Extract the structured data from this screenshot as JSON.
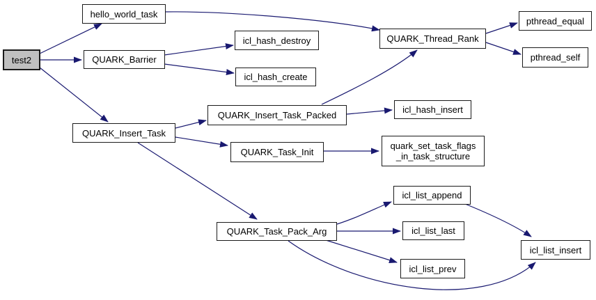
{
  "colors": {
    "background": "#ffffff",
    "edge": "#191970",
    "node-border": "#1a1a1a",
    "node-fill": "#ffffff",
    "focus-node-fill": "#c0c0c0",
    "text": "#000000"
  },
  "graph": {
    "type": "call-graph",
    "focus_node": "test2",
    "nodes": [
      {
        "id": "test2",
        "label": "test2"
      },
      {
        "id": "hello_world_task",
        "label": "hello_world_task"
      },
      {
        "id": "QUARK_Barrier",
        "label": "QUARK_Barrier"
      },
      {
        "id": "QUARK_Insert_Task",
        "label": "QUARK_Insert_Task"
      },
      {
        "id": "icl_hash_destroy",
        "label": "icl_hash_destroy"
      },
      {
        "id": "icl_hash_create",
        "label": "icl_hash_create"
      },
      {
        "id": "QUARK_Thread_Rank",
        "label": "QUARK_Thread_Rank"
      },
      {
        "id": "pthread_equal",
        "label": "pthread_equal"
      },
      {
        "id": "pthread_self",
        "label": "pthread_self"
      },
      {
        "id": "QUARK_Insert_Task_Packed",
        "label": "QUARK_Insert_Task_Packed"
      },
      {
        "id": "icl_hash_insert",
        "label": "icl_hash_insert"
      },
      {
        "id": "QUARK_Task_Init",
        "label": "QUARK_Task_Init"
      },
      {
        "id": "quark_set_task_flags_in_task_structure",
        "label": "quark_set_task_flags\n_in_task_structure"
      },
      {
        "id": "QUARK_Task_Pack_Arg",
        "label": "QUARK_Task_Pack_Arg"
      },
      {
        "id": "icl_list_append",
        "label": "icl_list_append"
      },
      {
        "id": "icl_list_last",
        "label": "icl_list_last"
      },
      {
        "id": "icl_list_prev",
        "label": "icl_list_prev"
      },
      {
        "id": "icl_list_insert",
        "label": "icl_list_insert"
      }
    ],
    "edges": [
      {
        "from": "test2",
        "to": "hello_world_task"
      },
      {
        "from": "test2",
        "to": "QUARK_Barrier"
      },
      {
        "from": "test2",
        "to": "QUARK_Insert_Task"
      },
      {
        "from": "hello_world_task",
        "to": "QUARK_Thread_Rank"
      },
      {
        "from": "QUARK_Barrier",
        "to": "icl_hash_destroy"
      },
      {
        "from": "QUARK_Barrier",
        "to": "icl_hash_create"
      },
      {
        "from": "QUARK_Thread_Rank",
        "to": "pthread_equal"
      },
      {
        "from": "QUARK_Thread_Rank",
        "to": "pthread_self"
      },
      {
        "from": "QUARK_Insert_Task",
        "to": "QUARK_Insert_Task_Packed"
      },
      {
        "from": "QUARK_Insert_Task",
        "to": "QUARK_Task_Init"
      },
      {
        "from": "QUARK_Insert_Task",
        "to": "QUARK_Task_Pack_Arg"
      },
      {
        "from": "QUARK_Insert_Task_Packed",
        "to": "icl_hash_insert"
      },
      {
        "from": "QUARK_Insert_Task_Packed",
        "to": "QUARK_Thread_Rank"
      },
      {
        "from": "QUARK_Task_Init",
        "to": "quark_set_task_flags_in_task_structure"
      },
      {
        "from": "QUARK_Task_Pack_Arg",
        "to": "icl_list_append"
      },
      {
        "from": "QUARK_Task_Pack_Arg",
        "to": "icl_list_last"
      },
      {
        "from": "QUARK_Task_Pack_Arg",
        "to": "icl_list_prev"
      },
      {
        "from": "QUARK_Task_Pack_Arg",
        "to": "icl_list_insert"
      },
      {
        "from": "icl_list_append",
        "to": "icl_list_insert"
      }
    ]
  }
}
